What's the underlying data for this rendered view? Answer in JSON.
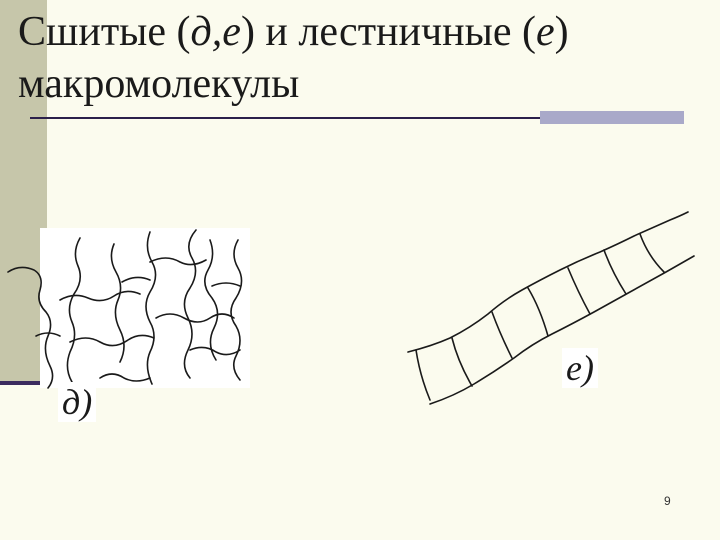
{
  "slide": {
    "title_part1": "Сшитые (",
    "title_italic1": "д,е",
    "title_part2": ") и лестничные (",
    "title_italic2": "е",
    "title_part3": ")",
    "title_line2": "макромолекулы",
    "label_d": "д)",
    "label_e": "е)",
    "page_number": "9"
  }
}
